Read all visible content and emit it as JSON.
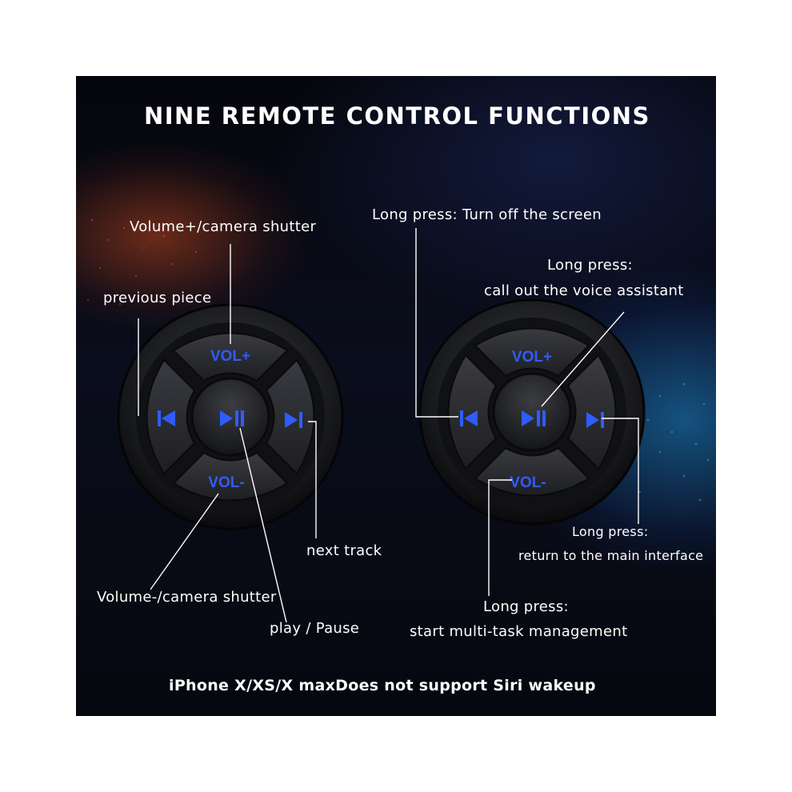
{
  "title": "NINE REMOTE CONTROL FUNCTIONS",
  "footer": "iPhone X/XS/X maxDoes not support Siri wakeup",
  "left_remote": {
    "vol_up_button": "VOL+",
    "vol_down_button": "VOL-",
    "labels": {
      "volume_up": "Volume+/camera shutter",
      "previous": "previous piece",
      "next": "next track",
      "volume_down": "Volume-/camera shutter",
      "play_pause": "play / Pause"
    }
  },
  "right_remote": {
    "vol_up_button": "VOL+",
    "vol_down_button": "VOL-",
    "labels": {
      "screen_off": "Long press: Turn off the screen",
      "voice_line1": "Long press:",
      "voice_line2": "call out the voice assistant",
      "main_line1": "Long press:",
      "main_line2": "return to the main interface",
      "multitask_line1": "Long press:",
      "multitask_line2": "start multi-task management"
    }
  },
  "colors": {
    "background": "#06080f",
    "icon_blue": "#2f5cff",
    "button_dark": "#26272b",
    "text": "#ffffff"
  },
  "icons": [
    "previous-icon",
    "play-pause-icon",
    "next-icon"
  ]
}
